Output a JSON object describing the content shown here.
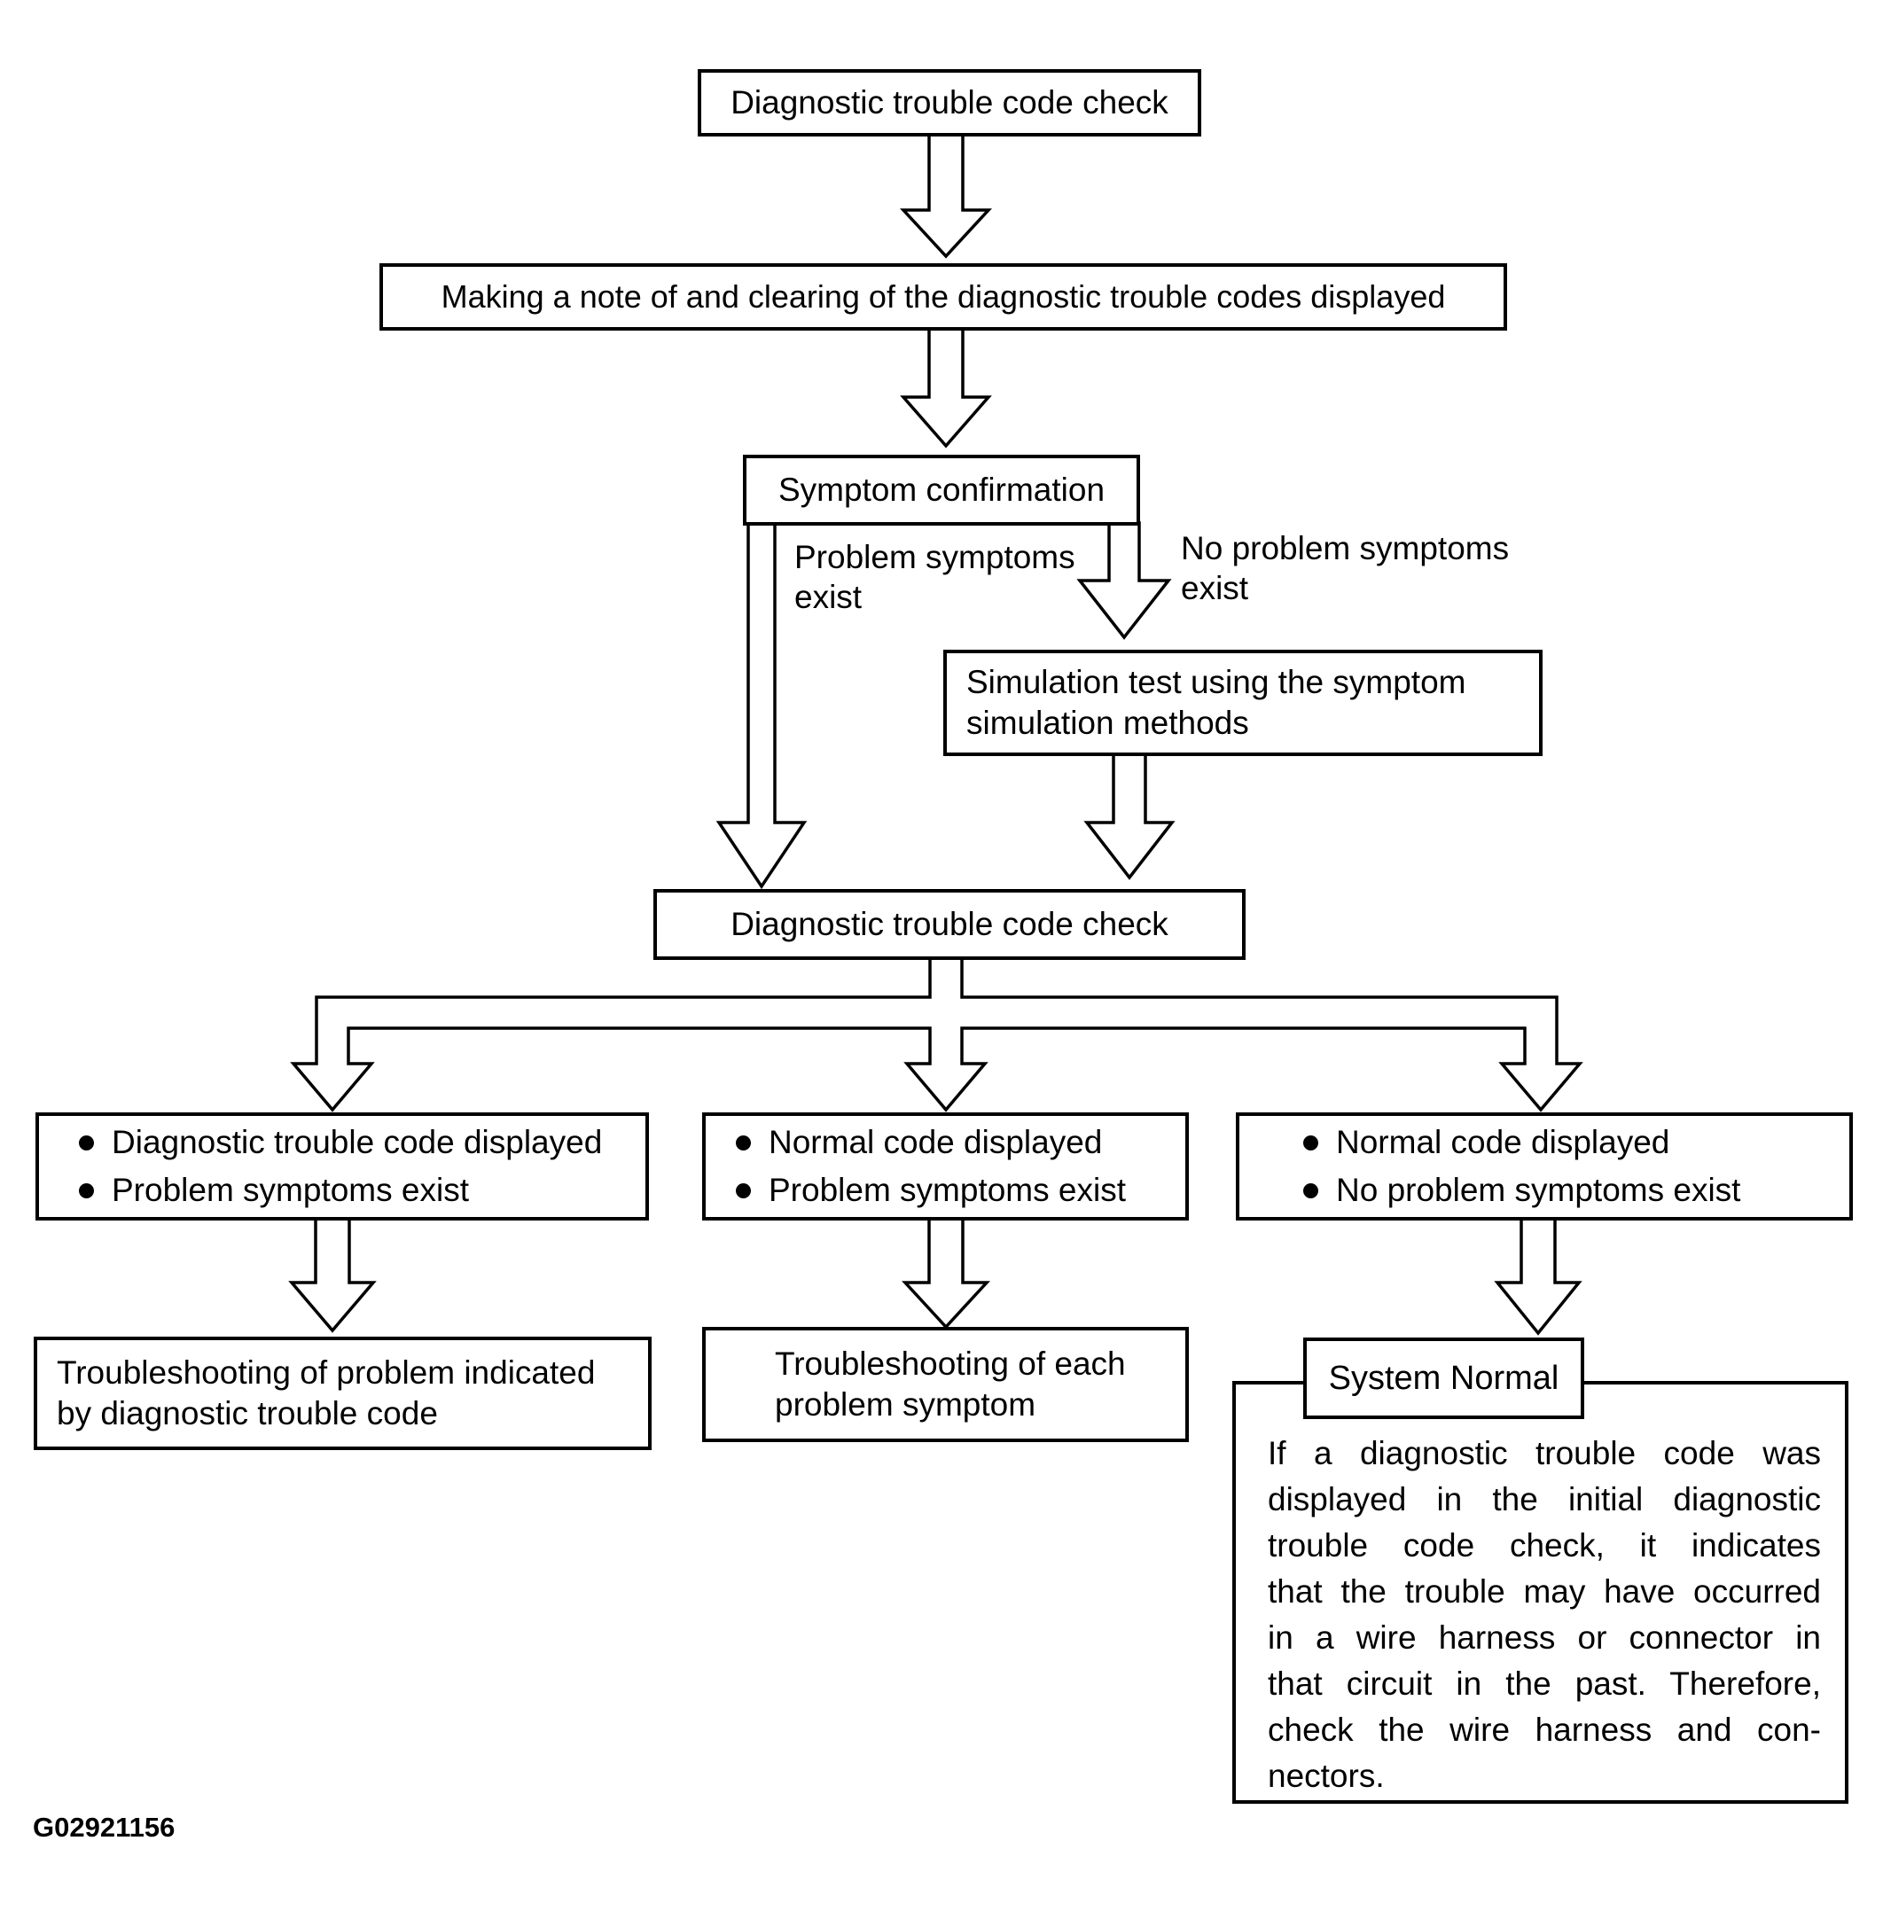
{
  "flow": {
    "box_dtc_check_top": {
      "label": "Diagnostic trouble code check"
    },
    "box_note_clear": {
      "label": "Making a note of and clearing of the diagnostic trouble codes displayed"
    },
    "box_symptom_confirmation": {
      "label": "Symptom confirmation"
    },
    "label_problem_symptoms": {
      "lines": [
        "Problem symptoms",
        "exist"
      ]
    },
    "label_no_problem_symptoms": {
      "lines": [
        "No problem symptoms",
        "exist"
      ]
    },
    "box_simulation_test": {
      "lines": [
        "Simulation test using the symptom",
        "simulation methods"
      ]
    },
    "box_dtc_check_2": {
      "label": "Diagnostic trouble code check"
    },
    "box_outcome_left": {
      "items": [
        "Diagnostic trouble code displayed",
        "Problem symptoms exist"
      ]
    },
    "box_outcome_mid": {
      "items": [
        "Normal code displayed",
        "Problem symptoms exist"
      ]
    },
    "box_outcome_right": {
      "items": [
        "Normal code displayed",
        "No problem symptoms exist"
      ]
    },
    "box_action_left": {
      "lines": [
        "Troubleshooting of problem indicated",
        "by diagnostic trouble code"
      ]
    },
    "box_action_mid": {
      "lines": [
        "Troubleshooting of each",
        "problem symptom"
      ]
    },
    "box_system_normal": {
      "label": "System Normal",
      "note_lines": [
        "If a diagnostic trouble code was",
        "displayed in the initial diagnostic",
        "trouble code check, it indicates",
        "that the trouble may have occurred",
        "in a wire harness or connector in",
        "that circuit in the past. Therefore,",
        "check the wire harness and con-",
        "nectors."
      ]
    },
    "figure_code": "G02921156",
    "colors": {
      "ink": "#000000",
      "paper": "#ffffff"
    }
  }
}
